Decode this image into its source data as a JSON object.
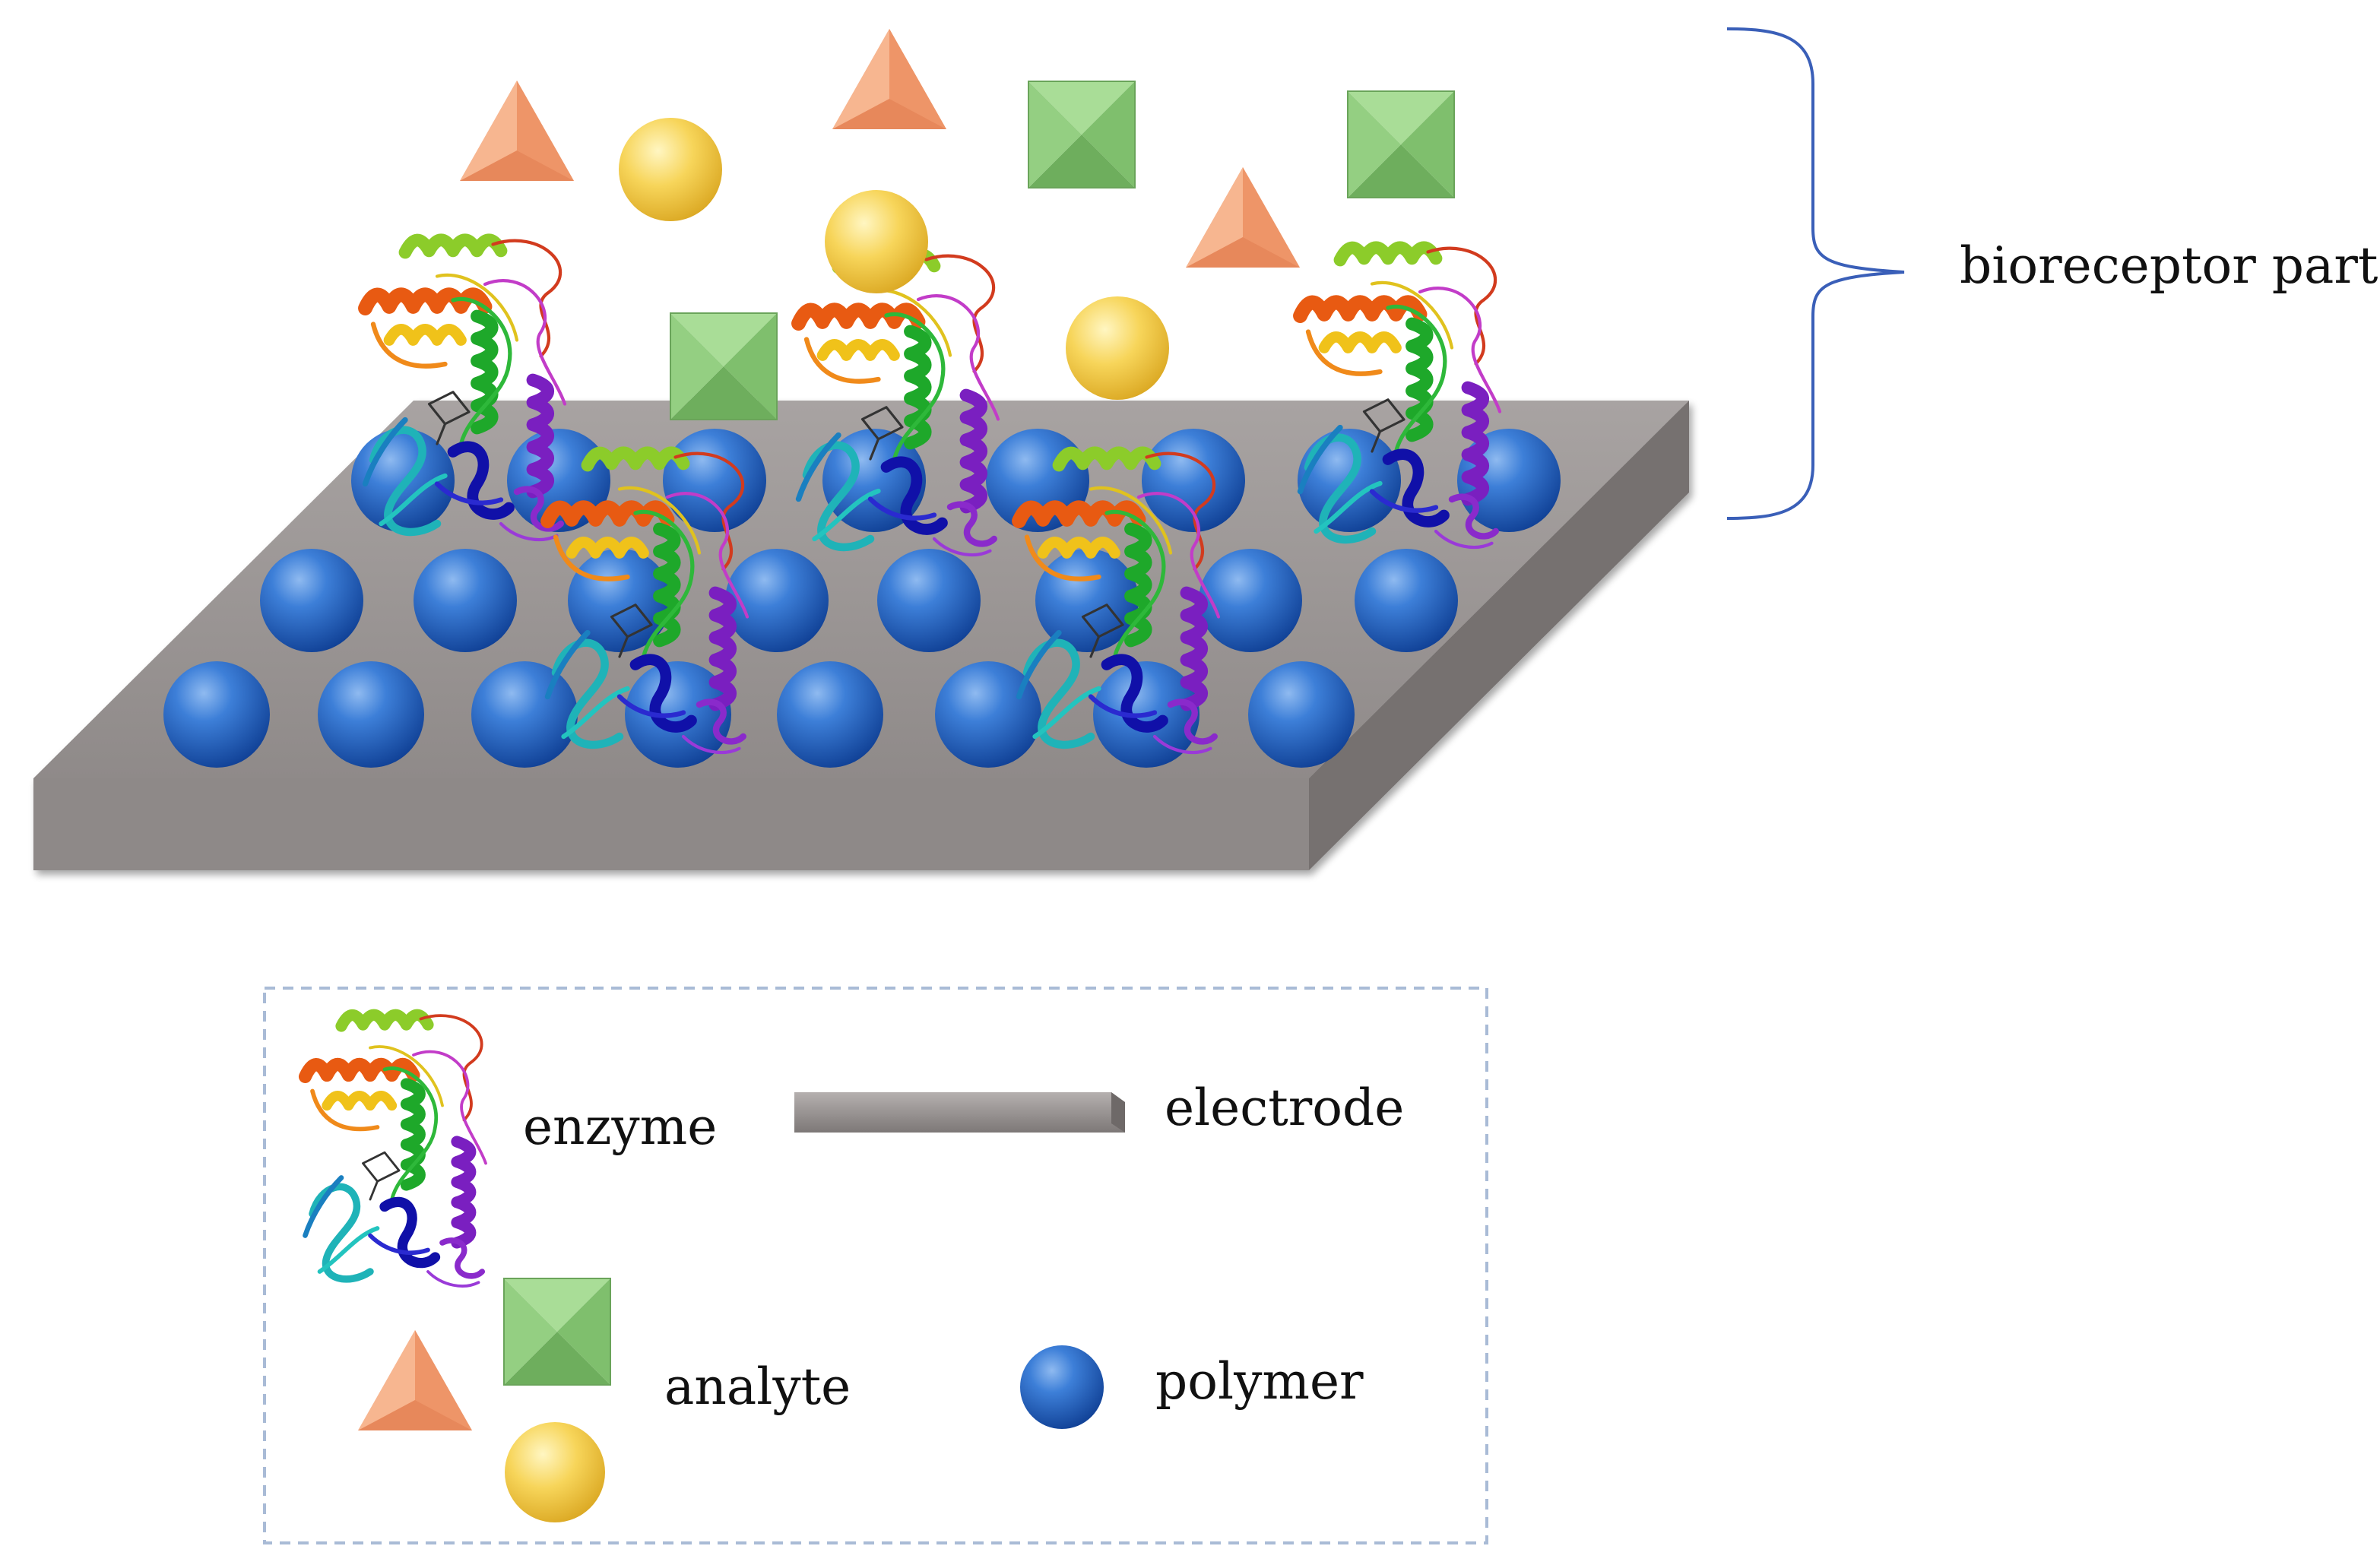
{
  "labels": {
    "bioreceptor": "bioreceptor part"
  },
  "legend": {
    "enzyme": "enzyme",
    "electrode": "electrode",
    "analyte": "analyte",
    "polymer": "polymer"
  },
  "colors": {
    "electrode_top": "#9c9796",
    "electrode_front": "#8f8a89",
    "electrode_side": "#7a7574",
    "polymer": "#1f5fbf",
    "triangle": "#f4a37a",
    "square": "#8fcf7f",
    "circle": "#f6cf4a",
    "brace": "#3a5fb8",
    "legend_border": "#a9bbd6"
  }
}
